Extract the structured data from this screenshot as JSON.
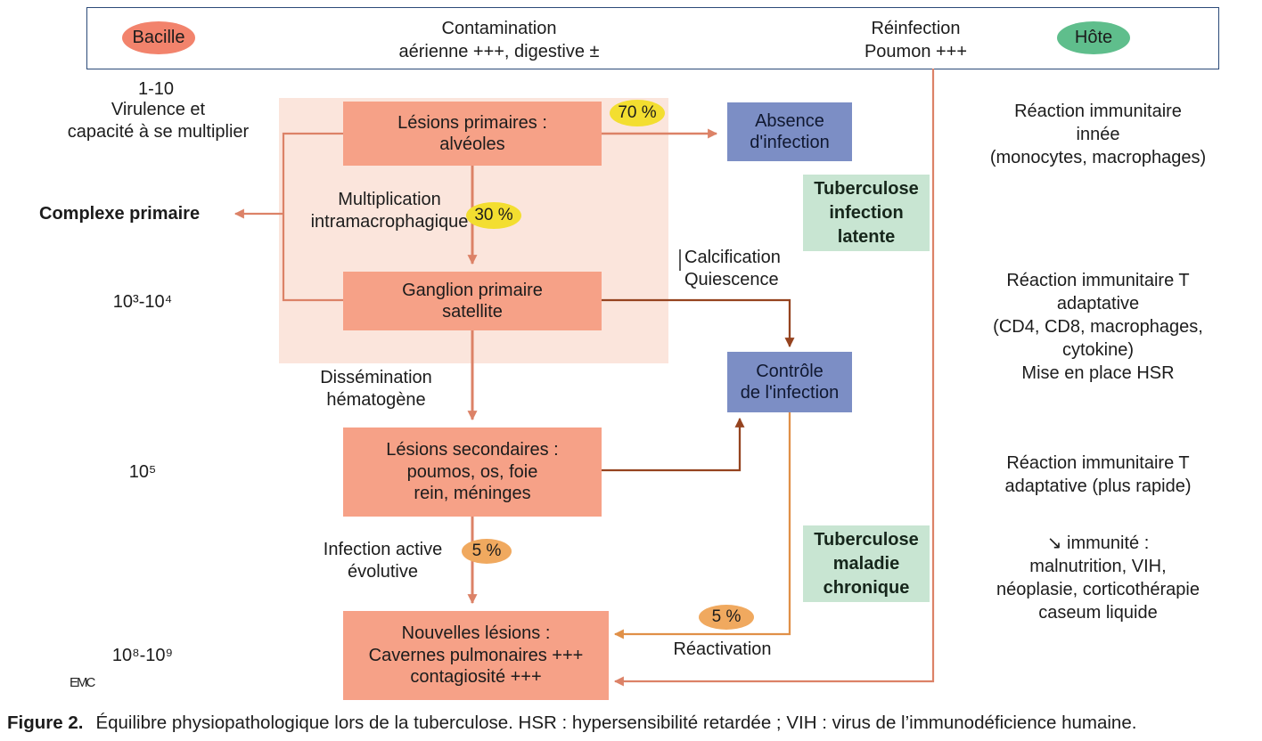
{
  "banner": {
    "bacille": "Bacille",
    "contamination_line1": "Contamination",
    "contamination_line2": "aérienne +++, digestive ±",
    "reinfection_line1": "Réinfection",
    "reinfection_line2": "Poumon +++",
    "hote": "Hôte"
  },
  "left_labels": {
    "count_top": "1-10",
    "virulence_line1": "Virulence et",
    "virulence_line2": "capacité à se multiplier",
    "complexe_primaire": "Complexe primaire",
    "count_ganglion": "10³-10⁴",
    "count_secondaires": "10⁵",
    "count_nouvelles": "10⁸-10⁹",
    "logo": "EMC"
  },
  "flow": {
    "lesions_primaires": {
      "line1": "Lésions primaires :",
      "line2": "alvéoles"
    },
    "pct_70": "70 %",
    "absence_infection": {
      "line1": "Absence",
      "line2": "d'infection"
    },
    "multiplication": {
      "line1": "Multiplication",
      "line2": "intramacrophagique"
    },
    "pct_30": "30 %",
    "tb_latente": {
      "line1": "Tuberculose",
      "line2": "infection",
      "line3": "latente"
    },
    "calcification": {
      "line1": "Calcification",
      "line2": "Quiescence"
    },
    "ganglion": {
      "line1": "Ganglion primaire",
      "line2": "satellite"
    },
    "controle": {
      "line1": "Contrôle",
      "line2": "de l'infection"
    },
    "dissemination": {
      "line1": "Dissémination",
      "line2": "hématogène"
    },
    "lesions_secondaires": {
      "line1": "Lésions secondaires :",
      "line2": "poumos, os, foie",
      "line3": "rein, méninges"
    },
    "infection_active": {
      "line1": "Infection active",
      "line2": "évolutive"
    },
    "pct_5_active": "5 %",
    "tb_chronique": {
      "line1": "Tuberculose",
      "line2": "maladie",
      "line3": "chronique"
    },
    "pct_5_reactivation": "5 %",
    "reactivation": "Réactivation",
    "nouvelles_lesions": {
      "line1": "Nouvelles lésions :",
      "line2": "Cavernes pulmonaires +++",
      "line3": "contagiosité +++"
    }
  },
  "right_labels": {
    "innate": {
      "line1": "Réaction immunitaire",
      "line2": "innée",
      "line3": "(monocytes, macrophages)"
    },
    "adaptive1": {
      "line1": "Réaction immunitaire T",
      "line2": "adaptative",
      "line3": "(CD4, CD8, macrophages,",
      "line4": "cytokine)",
      "line5": "Mise en place HSR"
    },
    "adaptive2": {
      "line1": "Réaction immunitaire T",
      "line2": "adaptative (plus rapide)"
    },
    "immunity_drop": {
      "line1": "↘ immunité :",
      "line2": "malnutrition, VIH,",
      "line3": "néoplasie, corticothérapie",
      "line4": "caseum liquide"
    }
  },
  "caption": {
    "figure_label": "Figure 2.",
    "text": "Équilibre physiopathologique lors de la tuberculose. HSR : hypersensibilité retardée ; VIH : virus de l’immunodéficience humaine."
  },
  "colors": {
    "salmon_box": "#f6a187",
    "pink_background": "#fbe5dc",
    "blue_box": "#7c8ec5",
    "green_box": "#c8e5d2",
    "yellow_ellipse": "#f3de30",
    "orange_ellipse": "#f0a95f",
    "bacille_ellipse": "#f2836c",
    "hote_ellipse": "#5fbe8c",
    "banner_border": "#2b4a78",
    "arrow_salmon": "#dc8267",
    "arrow_brown": "#95431f",
    "arrow_orange": "#e09048"
  }
}
